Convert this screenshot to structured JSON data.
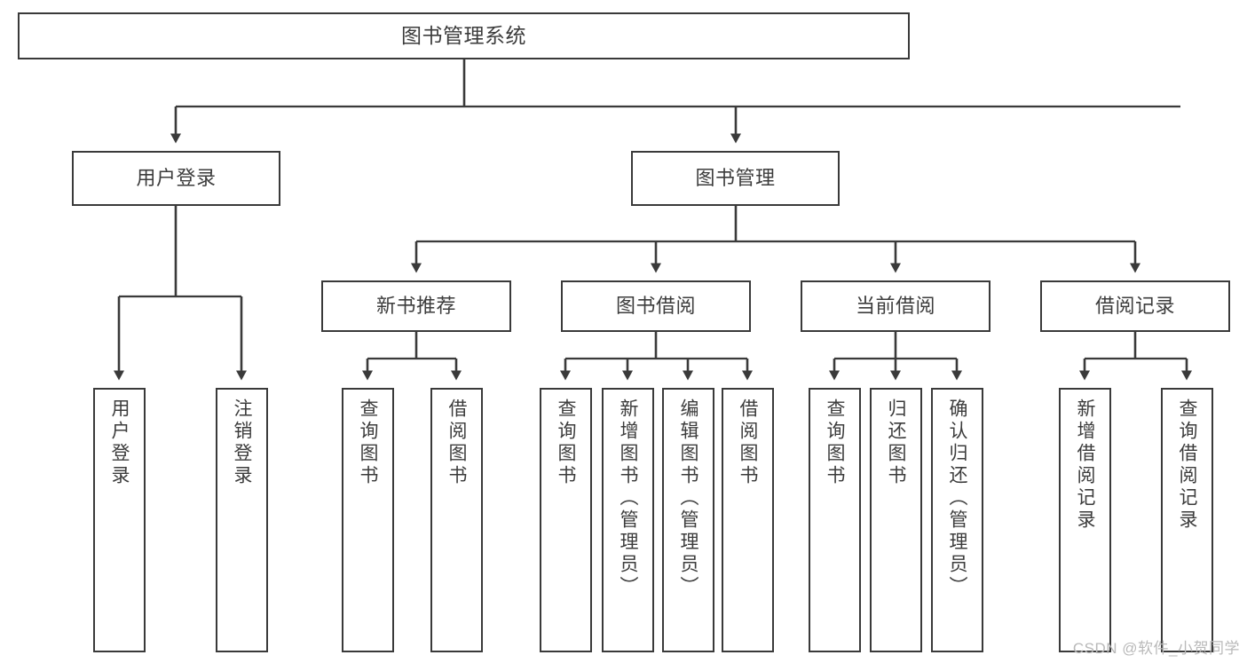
{
  "diagram": {
    "type": "tree-hierarchy-chart",
    "title": "图书管理系统",
    "stroke_color": "#3a3a3a",
    "text_color": "#3c3c3c",
    "background": "#ffffff",
    "root": {
      "label": "图书管理系统"
    },
    "level2": [
      {
        "id": "user-login",
        "label": "用户登录"
      },
      {
        "id": "book-manage",
        "label": "图书管理"
      }
    ],
    "level3": [
      {
        "id": "new-book-recommend",
        "label": "新书推荐"
      },
      {
        "id": "book-borrow",
        "label": "图书借阅"
      },
      {
        "id": "current-borrow",
        "label": "当前借阅"
      },
      {
        "id": "borrow-record",
        "label": "借阅记录"
      }
    ],
    "leaves": {
      "user_login": [
        {
          "id": "leaf-user-login",
          "label": "用户登录"
        },
        {
          "id": "leaf-logout-login",
          "label": "注销登录"
        }
      ],
      "new_book_recommend": [
        {
          "id": "leaf-query-book-1",
          "label": "查询图书"
        },
        {
          "id": "leaf-borrow-book-1",
          "label": "借阅图书"
        }
      ],
      "book_borrow": [
        {
          "id": "leaf-query-book-2",
          "label": "查询图书"
        },
        {
          "id": "leaf-add-book",
          "label": "新增图书（管理员）"
        },
        {
          "id": "leaf-edit-book",
          "label": "编辑图书（管理员）"
        },
        {
          "id": "leaf-borrow-book-2",
          "label": "借阅图书"
        }
      ],
      "current_borrow": [
        {
          "id": "leaf-query-book-3",
          "label": "查询图书"
        },
        {
          "id": "leaf-return-book",
          "label": "归还图书"
        },
        {
          "id": "leaf-confirm-return",
          "label": "确认归还（管理员）"
        }
      ],
      "borrow_record": [
        {
          "id": "leaf-add-record",
          "label": "新增借阅记录"
        },
        {
          "id": "leaf-query-record",
          "label": "查询借阅记录"
        }
      ]
    }
  },
  "watermark": {
    "text": "CSDN @软件_小贺同学"
  }
}
